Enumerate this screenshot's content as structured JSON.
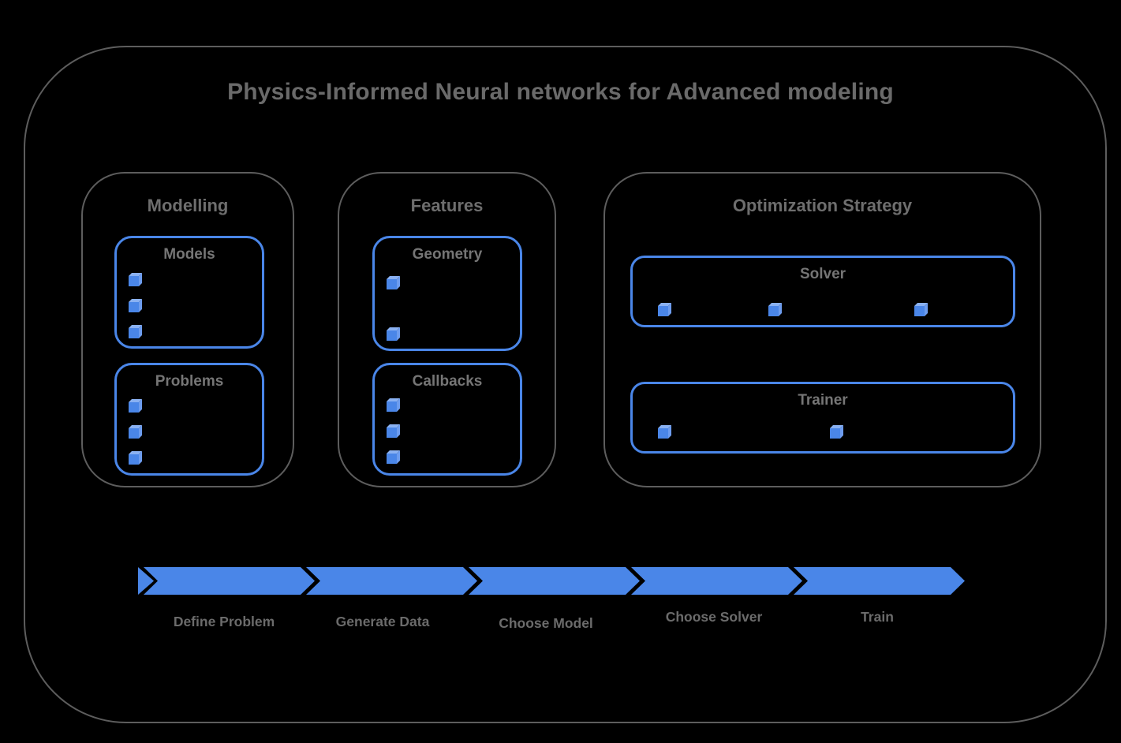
{
  "title": "Physics-Informed Neural networks for Advanced modeling",
  "groups": [
    {
      "label": "Modelling",
      "boxes": [
        {
          "label": "Models",
          "bullet_count": 3
        },
        {
          "label": "Problems",
          "bullet_count": 3
        }
      ]
    },
    {
      "label": "Features",
      "boxes": [
        {
          "label": "Geometry",
          "bullet_count": 2
        },
        {
          "label": "Callbacks",
          "bullet_count": 3
        }
      ]
    },
    {
      "label": "Optimization Strategy",
      "boxes": [
        {
          "label": "Solver",
          "bullet_count": 3
        },
        {
          "label": "Trainer",
          "bullet_count": 2
        }
      ]
    }
  ],
  "flow": {
    "steps": [
      {
        "label": "Define Problem"
      },
      {
        "label": "Generate Data"
      },
      {
        "label": "Choose Model"
      },
      {
        "label": "Choose Solver"
      },
      {
        "label": "Train"
      }
    ]
  },
  "icons": {
    "bullet": "cube-icon"
  },
  "colors": {
    "accent_blue": "#4a86e8",
    "cube_top_blue": "#8ab1f2",
    "cube_side_blue": "#6d9cee",
    "outline_gray": "#5d5d5d",
    "text_gray": "#6b6b6b",
    "background": "#000000"
  }
}
